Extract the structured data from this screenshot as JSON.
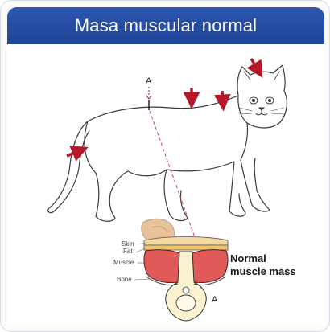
{
  "header": {
    "title": "Masa muscular normal"
  },
  "diagram": {
    "marker_top": "A",
    "marker_bottom": "A",
    "layers": {
      "skin": "Skin",
      "fat": "Fat",
      "muscle": "Muscle",
      "bone": "Bone"
    },
    "caption_line1": "Normal",
    "caption_line2": "muscle mass"
  },
  "colors": {
    "banner": "#2550a8",
    "arrow": "#b5182a",
    "muscle": "#e05a5a",
    "fat": "#f2c36b",
    "bone": "#fbf2d0"
  }
}
